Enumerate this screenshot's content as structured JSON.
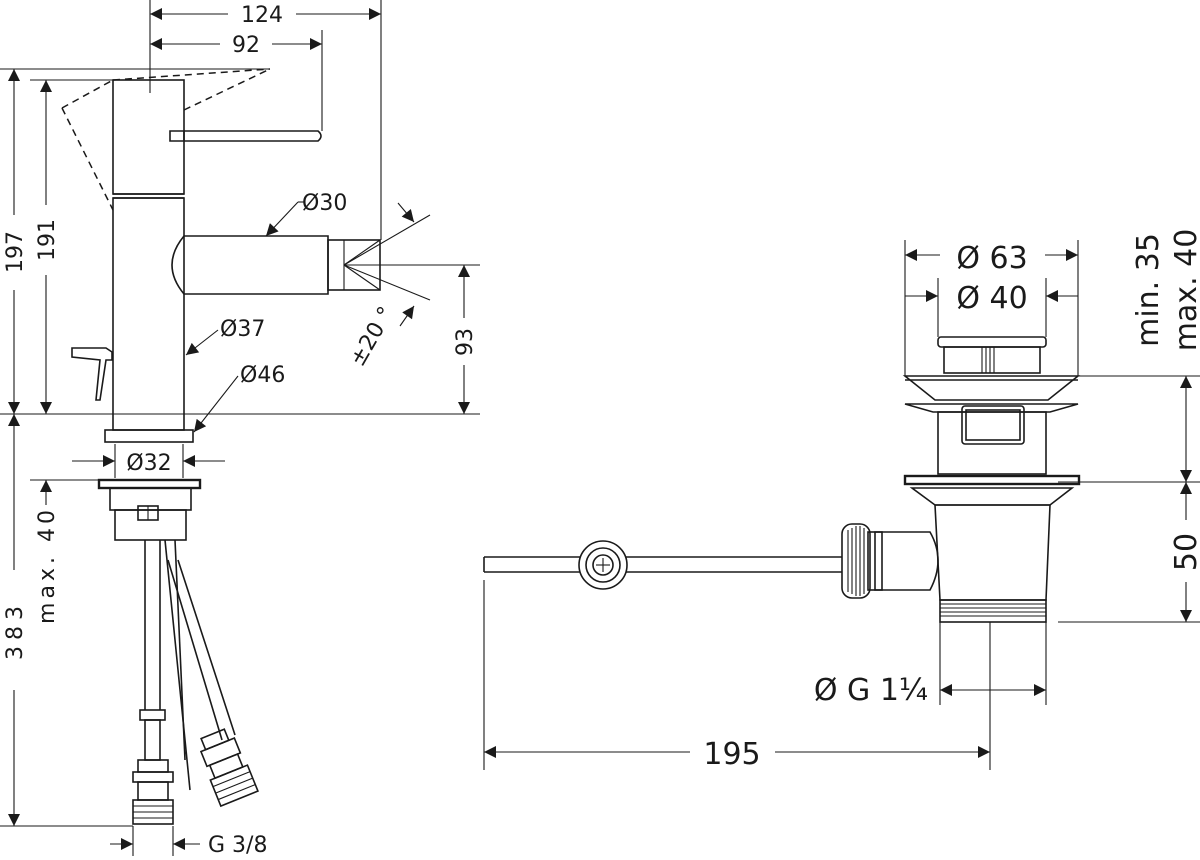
{
  "dimensions": {
    "d124": "124",
    "d92": "92",
    "d197": "197",
    "d191": "191",
    "d383": "383",
    "d93": "93",
    "max40": "max. 40",
    "dia30": "Ø30",
    "dia37": "Ø37",
    "dia46": "Ø46",
    "dia32": "Ø32",
    "angle": "±20 °",
    "g38": "G 3/8",
    "dia63": "Ø 63",
    "dia40": "Ø 40",
    "min35": "min. 35",
    "max40b": "max. 40",
    "d50": "50",
    "g114": "Ø G 1¼",
    "d195": "195"
  }
}
